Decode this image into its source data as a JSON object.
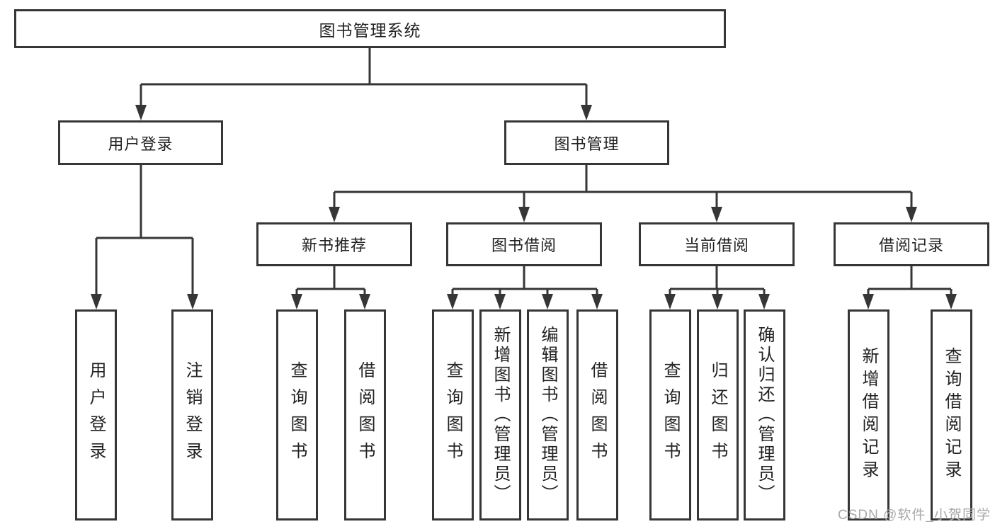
{
  "tree": {
    "label": "图书管理系统",
    "children": [
      {
        "label": "用户登录",
        "children": [
          {
            "label": "用户登录"
          },
          {
            "label": "注销登录"
          }
        ]
      },
      {
        "label": "图书管理",
        "children": [
          {
            "label": "新书推荐",
            "children": [
              {
                "label": "查询图书"
              },
              {
                "label": "借阅图书"
              }
            ]
          },
          {
            "label": "图书借阅",
            "children": [
              {
                "label": "查询图书"
              },
              {
                "label": "新增图书（管理员）"
              },
              {
                "label": "编辑图书（管理员）"
              },
              {
                "label": "借阅图书"
              }
            ]
          },
          {
            "label": "当前借阅",
            "children": [
              {
                "label": "查询图书"
              },
              {
                "label": "归还图书"
              },
              {
                "label": "确认归还（管理员）"
              }
            ]
          },
          {
            "label": "借阅记录",
            "children": [
              {
                "label": "新增借阅记录"
              },
              {
                "label": "查询借阅记录"
              }
            ]
          }
        ]
      }
    ]
  },
  "watermark": {
    "text": "CSDN @软件_小贺同学"
  },
  "colors": {
    "line": "#363636",
    "box_border": "#363636",
    "box_fill": "#ffffff",
    "text": "#222222",
    "watermark": "#a9a9a9"
  }
}
